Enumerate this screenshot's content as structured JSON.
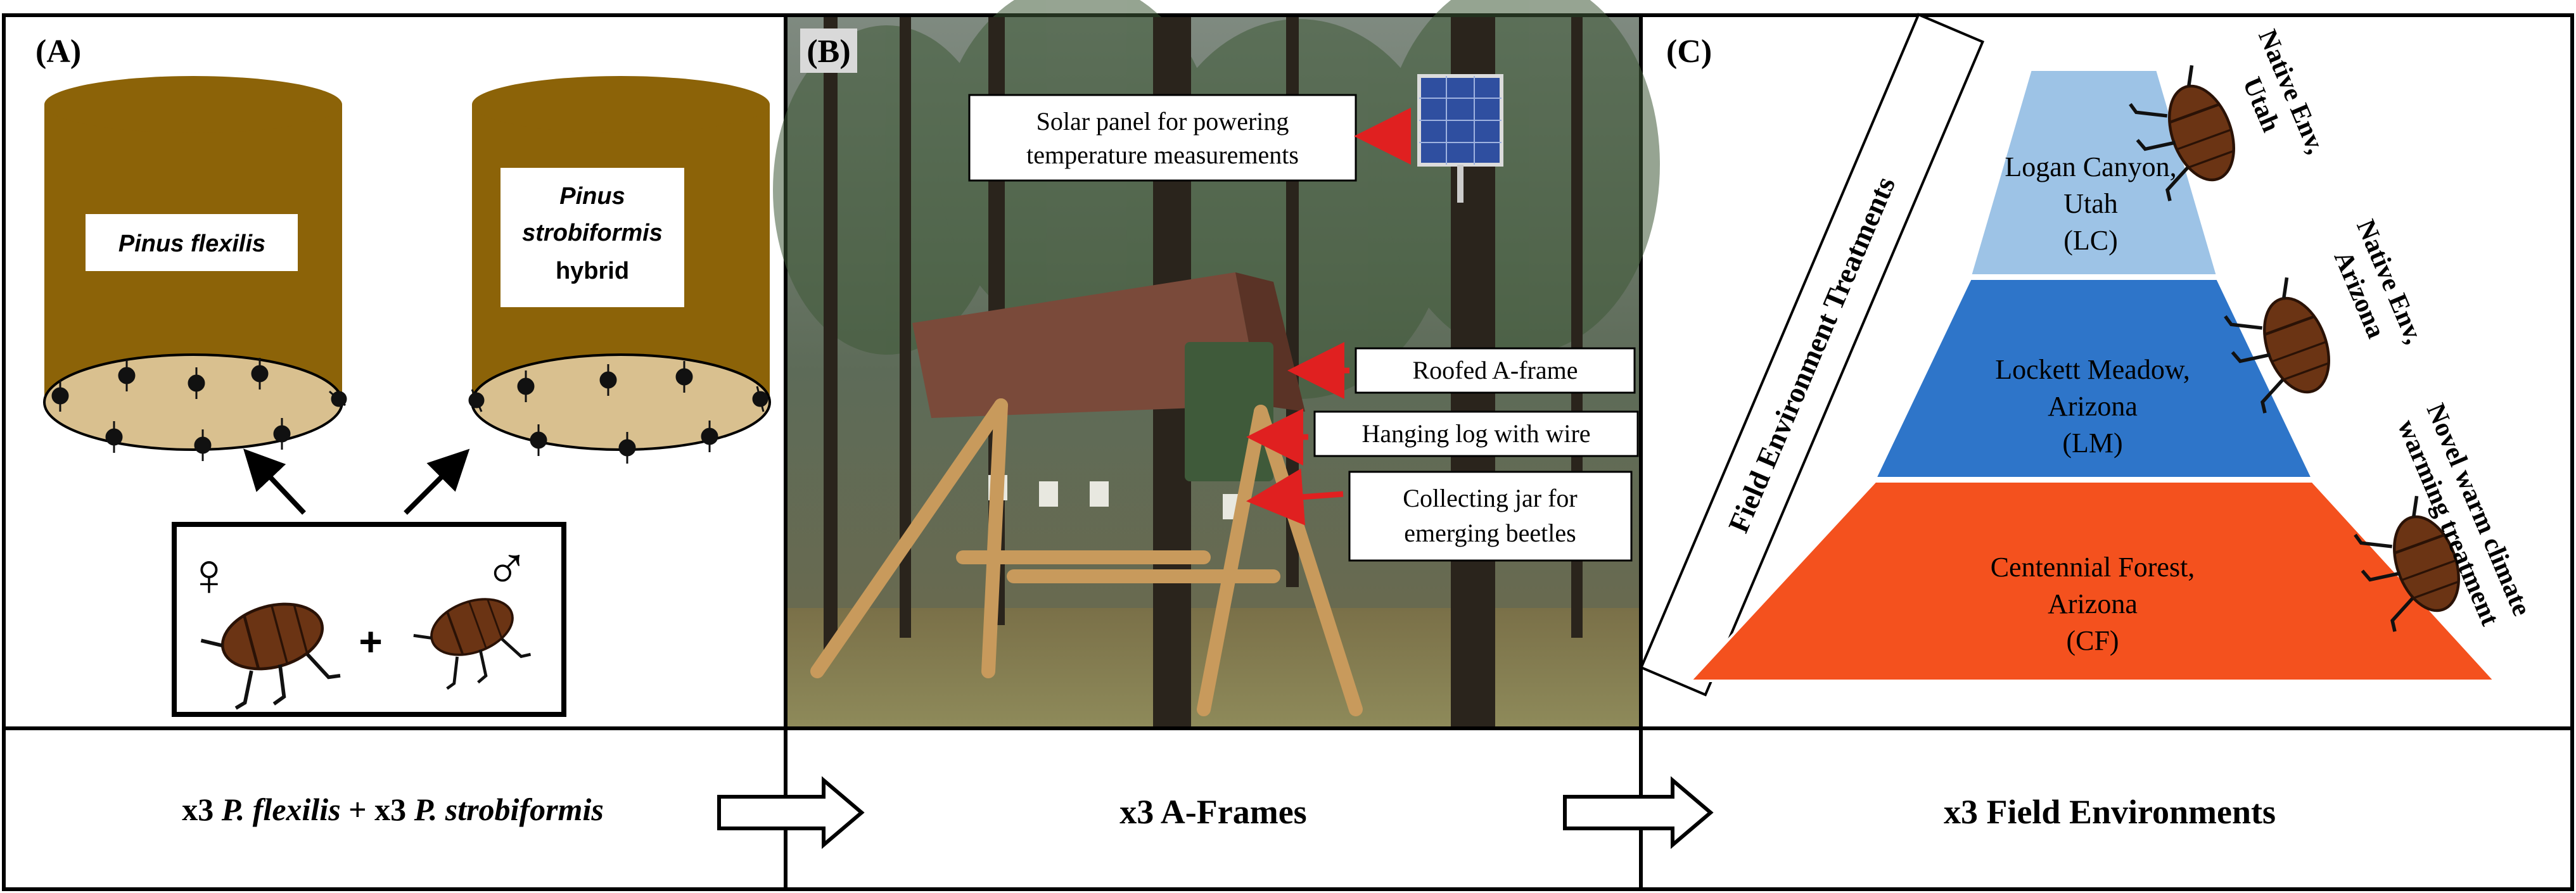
{
  "panel_a": {
    "label": "(A)",
    "tree_left_label": "Pinus flexilis",
    "tree_right_label_line1": "Pinus",
    "tree_right_label_line2": "strobiformis",
    "tree_right_label_line3": "hybrid",
    "female_symbol": "♀",
    "male_symbol": "♂",
    "plus": "+"
  },
  "panel_b": {
    "label": "(B)",
    "callout_solar_line1": "Solar panel for powering",
    "callout_solar_line2": "temperature measurements",
    "callout_roof": "Roofed A-frame",
    "callout_log": "Hanging log with wire",
    "callout_jar_line1": "Collecting jar for",
    "callout_jar_line2": "emerging beetles"
  },
  "panel_c": {
    "label": "(C)",
    "side_label": "Field Environment Treatments",
    "tier_top_line1": "Logan Canyon,",
    "tier_top_line2": "Utah",
    "tier_top_line3": "(LC)",
    "tier_mid_line1": "Lockett Meadow,",
    "tier_mid_line2": "Arizona",
    "tier_mid_line3": "(LM)",
    "tier_bottom_line1": "Centennial Forest,",
    "tier_bottom_line2": "Arizona",
    "tier_bottom_line3": "(CF)",
    "annot_1_line1": "Native Env,",
    "annot_1_line2": "Utah",
    "annot_2_line1": "Native Env,",
    "annot_2_line2": "Arizona",
    "annot_3_line1": "Novel warm climate",
    "annot_3_line2": "warming treatment",
    "colors": {
      "top": "#9dc3e6",
      "middle": "#2e75c9",
      "bottom": "#f4511e"
    }
  },
  "bottom_row": {
    "left_prefix": "x3 ",
    "left_italic1": "P. flexilis",
    "left_mid": " + x3 ",
    "left_italic2": "P. strobiformis",
    "middle": "x3 A-Frames",
    "right": "x3 Field Environments"
  },
  "colors": {
    "tree_bark": "#8c6308",
    "tree_base": "#d9c08f",
    "beetle": "#6b3414",
    "callout_arrow": "#e02020"
  }
}
